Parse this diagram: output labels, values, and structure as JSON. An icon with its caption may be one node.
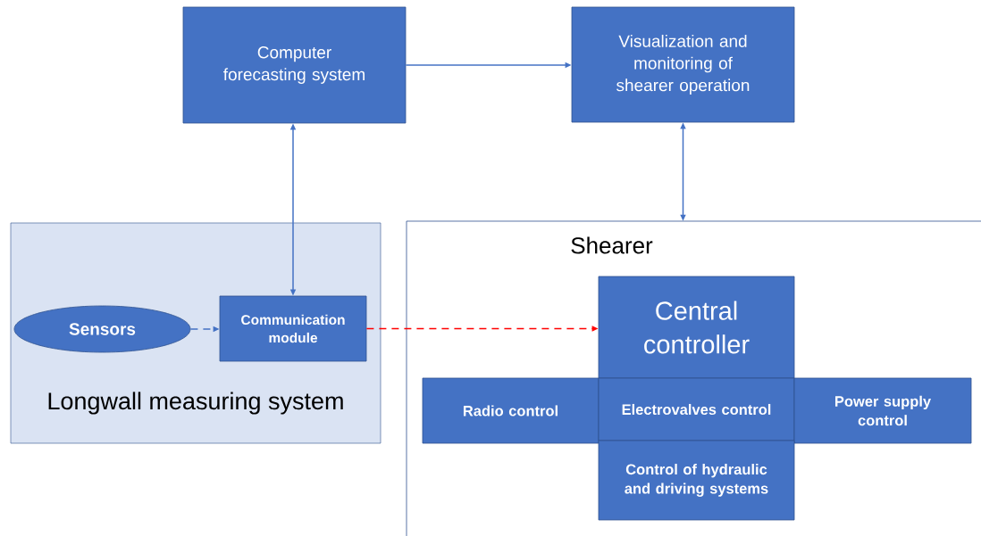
{
  "diagram": {
    "nodes": [
      {
        "text": [
          "Computer forecasting system"
        ]
      },
      {
        "text": [
          "Visualization and monitoring of shearer operation"
        ]
      },
      {
        "text": [
          "Longwall measuring system"
        ]
      },
      {
        "text": [
          "Sensors"
        ],
        "in": 2
      },
      {
        "text": [
          "Communication module"
        ],
        "in": 2
      },
      {
        "text": [
          "Shearer"
        ]
      },
      {
        "text": [
          "Central controller"
        ],
        "in": 5
      },
      {
        "text": [
          "Radio control"
        ],
        "in": 5
      },
      {
        "text": [
          "Electrovalves control"
        ],
        "in": 5
      },
      {
        "text": [
          "Power supply control"
        ],
        "in": 5
      },
      {
        "text": [
          "Control of hydraulic and driving systems"
        ],
        "in": 5
      }
    ],
    "edges": [
      {
        "from": 0,
        "to": 1,
        "arrow": "to"
      },
      {
        "from": 0,
        "to": 4,
        "arrow": "both"
      },
      {
        "from": 1,
        "to": 5,
        "arrow": "both"
      },
      {
        "from": 3,
        "to": 4,
        "arrow": "to",
        "style": "dashed"
      },
      {
        "from": 4,
        "to": 6,
        "arrow": "to",
        "style": "dashed",
        "color": "#ff0000"
      }
    ]
  }
}
